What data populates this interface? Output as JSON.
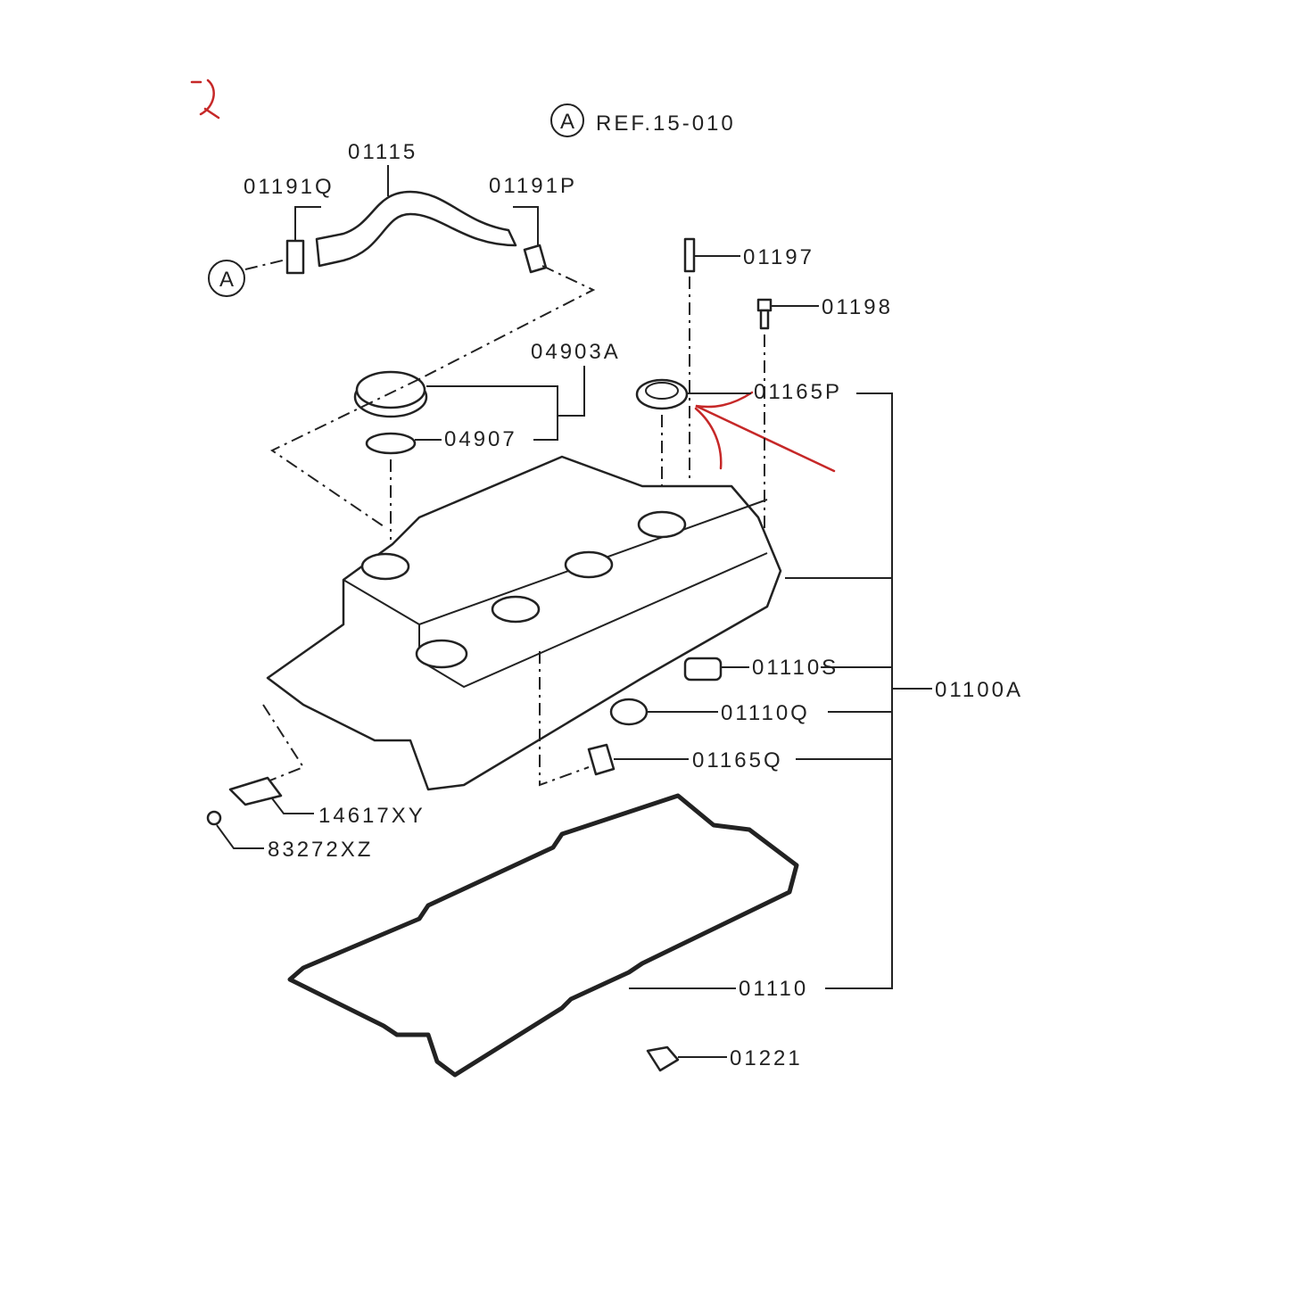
{
  "diagram": {
    "ref_marker": "A",
    "ref_text": "REF.15-010",
    "connector_marker": "A",
    "colors": {
      "line": "#222222",
      "annotation": "#c62828"
    },
    "labels": {
      "hose": "01115",
      "clamp_q": "01191Q",
      "clamp_p": "01191P",
      "stud": "01197",
      "bolt": "01198",
      "oil_cap": "04903A",
      "cap_gasket": "04907",
      "seal_p": "01165P",
      "cover_assy": "01100A",
      "gasket_s": "01110S",
      "gasket_q": "01110Q",
      "seal_q": "01165Q",
      "bracket": "14617XY",
      "screw": "83272XZ",
      "cover_gasket": "01110",
      "plug": "01221"
    }
  }
}
